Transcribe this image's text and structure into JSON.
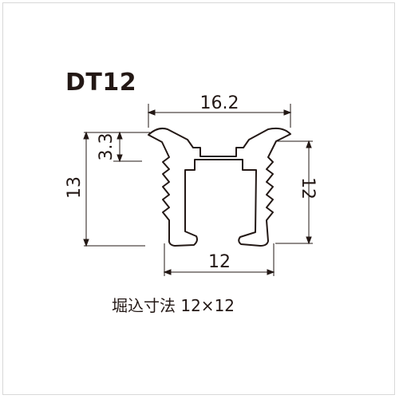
{
  "model": "DT12",
  "dimensions": {
    "top_width": "16.2",
    "flange_height": "3.3",
    "total_height": "13",
    "body_height": "12",
    "body_width": "12"
  },
  "caption": "堀込寸法 12×12",
  "colors": {
    "profile_outline": "#231815",
    "dimension_line": "#231815",
    "text": "#231815",
    "frame_border": "#d8d8d8"
  }
}
